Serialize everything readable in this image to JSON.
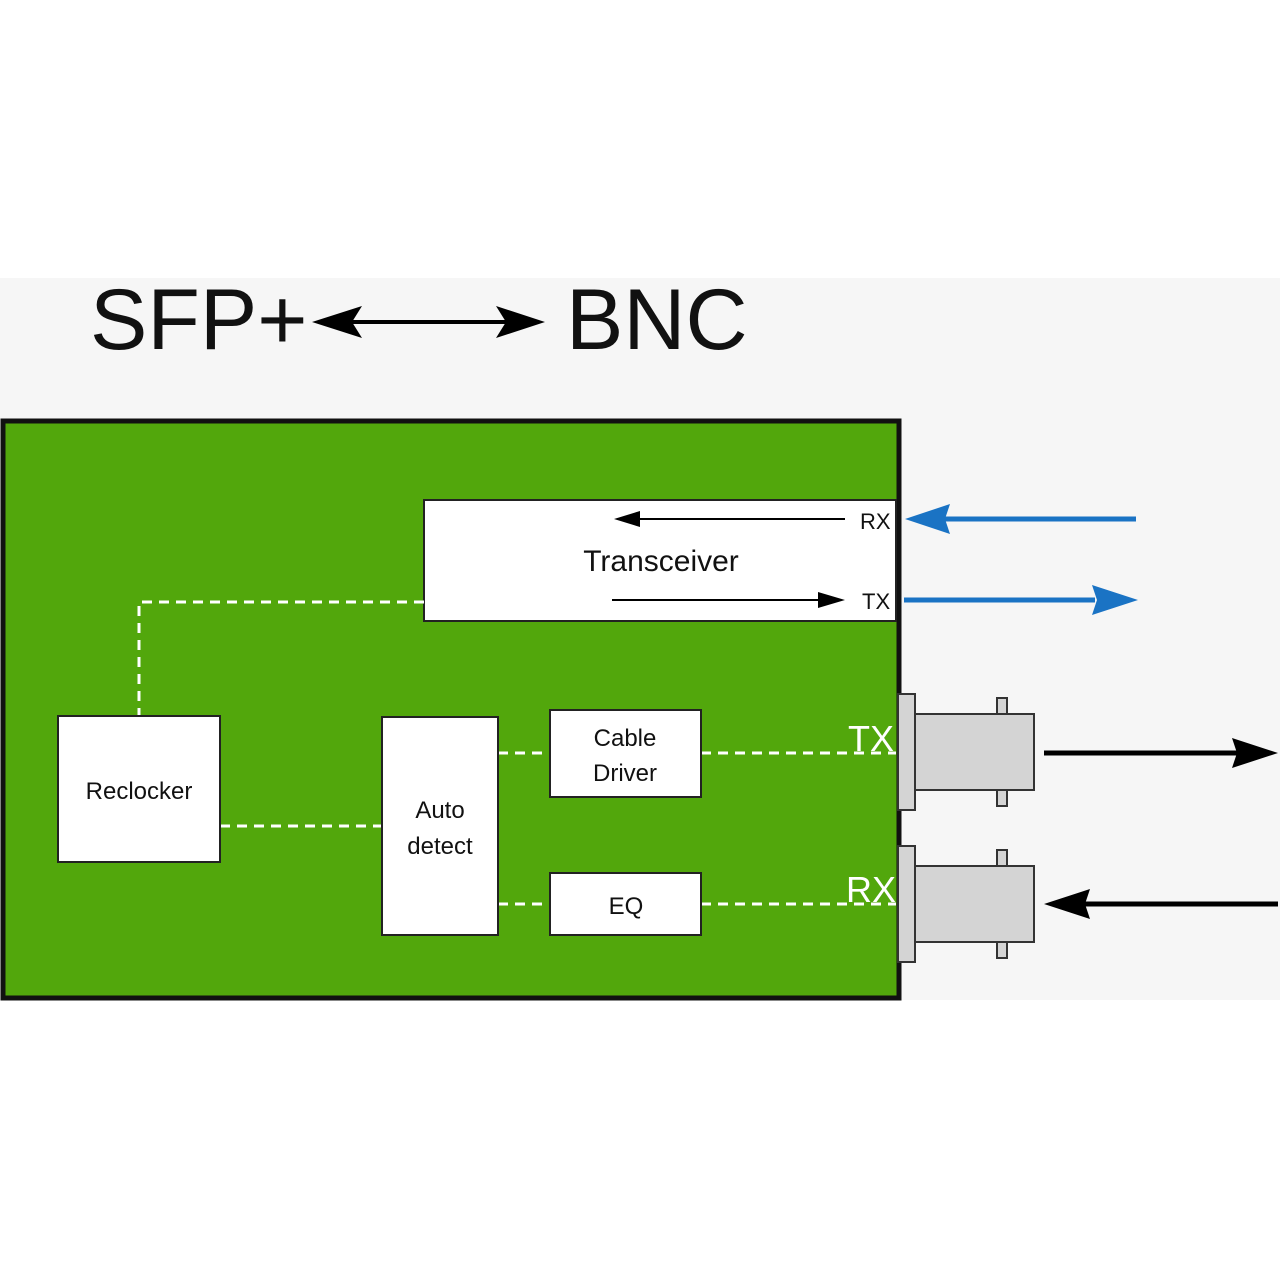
{
  "title": {
    "left": "SFP+",
    "right": "BNC"
  },
  "blocks": {
    "transceiver": "Transceiver",
    "transceiver_rx": "RX",
    "transceiver_tx": "TX",
    "reclocker": "Reclocker",
    "auto_detect_line1": "Auto",
    "auto_detect_line2": "detect",
    "cable_driver_line1": "Cable",
    "cable_driver_line2": "Driver",
    "eq": "EQ"
  },
  "ports": {
    "bnc_tx": "TX",
    "bnc_rx": "RX"
  },
  "colors": {
    "board": "#52a70c",
    "panel_bg": "#f6f6f6",
    "fiber_arrow": "#1a73c4",
    "connector": "#d4d4d4"
  }
}
